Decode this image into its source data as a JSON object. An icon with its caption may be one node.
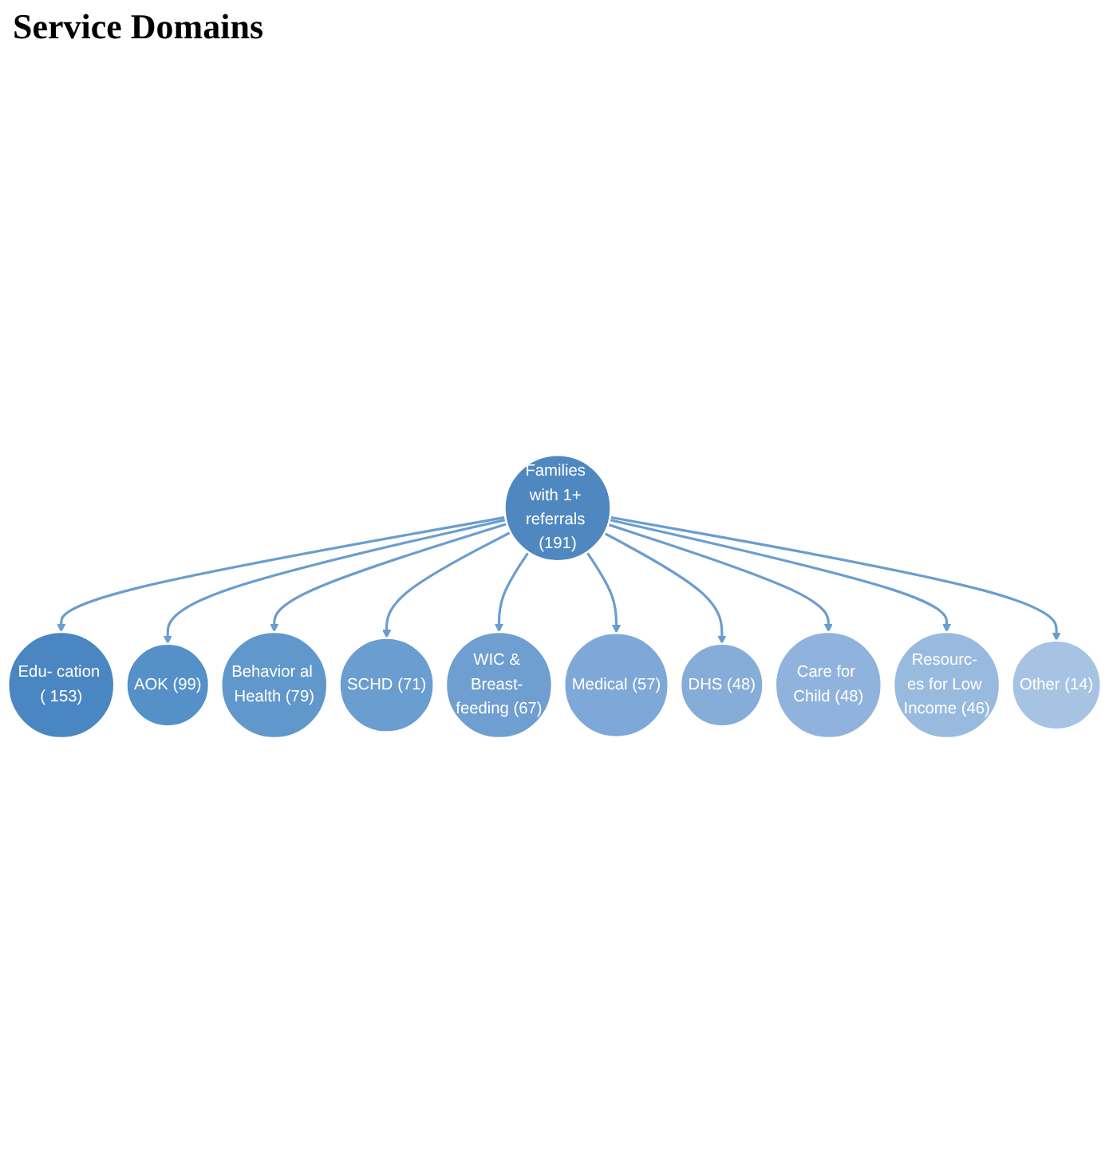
{
  "diagram": {
    "title": "Service Domains",
    "nodes": [
      {
        "text": [
          "Families with 1+ referrals (191)"
        ]
      },
      {
        "text": [
          "Edu- cation ( 153)"
        ]
      },
      {
        "text": [
          "AOK (99)"
        ]
      },
      {
        "text": [
          "Behavior al Health (79)"
        ]
      },
      {
        "text": [
          "SCHD (71)"
        ]
      },
      {
        "text": [
          "WIC & Breast- feeding (67)"
        ]
      },
      {
        "text": [
          "Medical (57)"
        ]
      },
      {
        "text": [
          "DHS (48)"
        ]
      },
      {
        "text": [
          "Care for Child (48)"
        ]
      },
      {
        "text": [
          "Resourc- es for Low Income (46)"
        ]
      },
      {
        "text": [
          "Other (14)"
        ]
      }
    ],
    "edges": [
      {
        "from": 0,
        "to": 1,
        "arrow": "to"
      },
      {
        "from": 0,
        "to": 2,
        "arrow": "to"
      },
      {
        "from": 0,
        "to": 3,
        "arrow": "to"
      },
      {
        "from": 0,
        "to": 4,
        "arrow": "to"
      },
      {
        "from": 0,
        "to": 5,
        "arrow": "to"
      },
      {
        "from": 0,
        "to": 6,
        "arrow": "to"
      },
      {
        "from": 0,
        "to": 7,
        "arrow": "to"
      },
      {
        "from": 0,
        "to": 8,
        "arrow": "to"
      },
      {
        "from": 0,
        "to": 9,
        "arrow": "to"
      },
      {
        "from": 0,
        "to": 10,
        "arrow": "to"
      }
    ]
  }
}
